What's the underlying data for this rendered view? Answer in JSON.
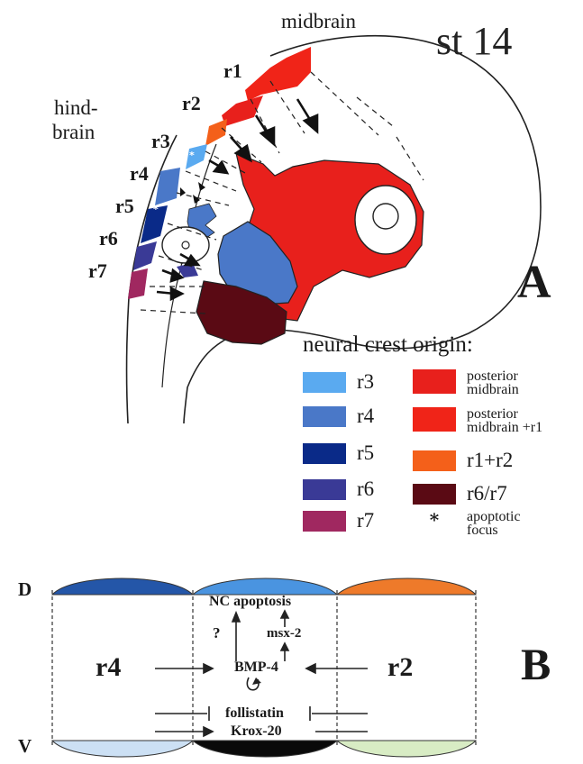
{
  "panel_a": {
    "stage": "st 14",
    "panel_letter": "A",
    "region_midbrain": "midbrain",
    "region_hindbrain_line1": "hind-",
    "region_hindbrain_line2": "brain",
    "rhombomeres": [
      "r1",
      "r2",
      "r3",
      "r4",
      "r5",
      "r6",
      "r7"
    ]
  },
  "legend": {
    "title": "neural crest origin:",
    "left_items": [
      {
        "label": "r3",
        "color": "#5aaaf0"
      },
      {
        "label": "r4",
        "color": "#4a78c8"
      },
      {
        "label": "r5",
        "color": "#0a2a88"
      },
      {
        "label": "r6",
        "color": "#3a3a96"
      },
      {
        "label": "r7",
        "color": "#a02860"
      }
    ],
    "right_items": [
      {
        "label_line1": "posterior",
        "label_line2": "midbrain",
        "color": "#e8201c"
      },
      {
        "label_line1": "posterior",
        "label_line2": "midbrain +r1",
        "color": "#f02418"
      },
      {
        "label": "r1+r2",
        "color": "#f4601a"
      },
      {
        "label": "r6/r7",
        "color": "#5a0a14"
      },
      {
        "label_line1": "apoptotic",
        "label_line2": "focus",
        "symbol": "*"
      }
    ]
  },
  "panel_b": {
    "panel_letter": "B",
    "dorsal": "D",
    "ventral": "V",
    "left_segment": "r4",
    "right_segment": "r2",
    "nc_apoptosis": "NC apoptosis",
    "msx2": "msx-2",
    "bmp4": "BMP-4",
    "question": "?",
    "follistatin": "follistatin",
    "krox20": "Krox-20",
    "cap_colors": {
      "r4": "#2456a8",
      "r3": "#4a94e0",
      "r2": "#ee7a2a"
    }
  }
}
